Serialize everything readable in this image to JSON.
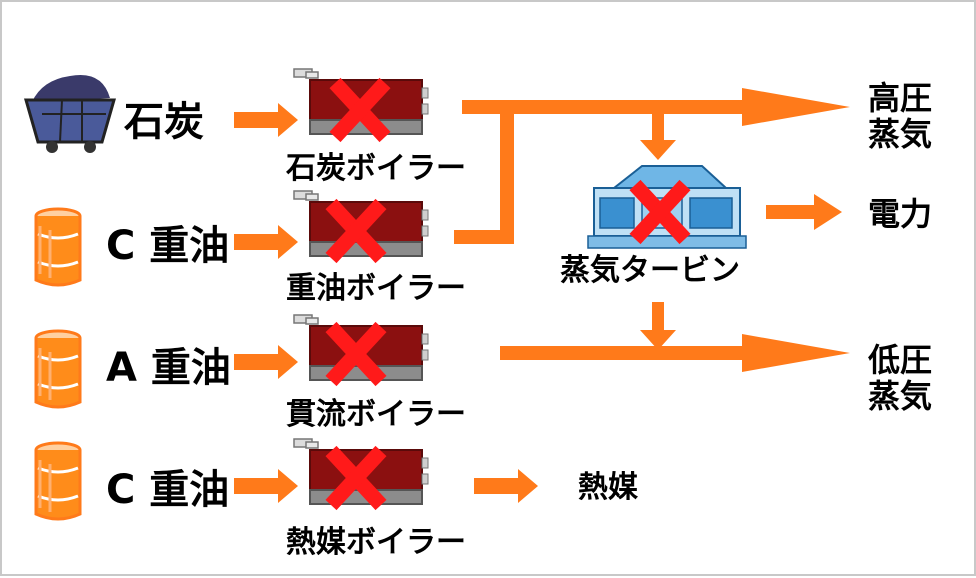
{
  "fuels": [
    "石炭",
    "C 重油",
    "A 重油",
    "C 重油"
  ],
  "boilers": [
    "石炭ボイラー",
    "重油ボイラー",
    "貫流ボイラー",
    "熱媒ボイラー"
  ],
  "turbine": "蒸気タービン",
  "outputs": {
    "high_pressure_steam": "高圧\n蒸気",
    "power": "電力",
    "low_pressure_steam": "低圧\n蒸気",
    "heat_medium": "熱媒"
  },
  "colors": {
    "arrow": "#ff7a1a",
    "cross": "#ff1a1a",
    "boiler_body": "#8b1010",
    "boiler_base": "#8c8c8c",
    "drum": "#ff8c1a",
    "cart": "#4a5a9a",
    "turbine": "#3a90d0"
  },
  "icons": [
    "coal-cart-icon",
    "oil-drum-icon",
    "boiler-icon",
    "turbine-icon",
    "cross-mark-icon"
  ]
}
